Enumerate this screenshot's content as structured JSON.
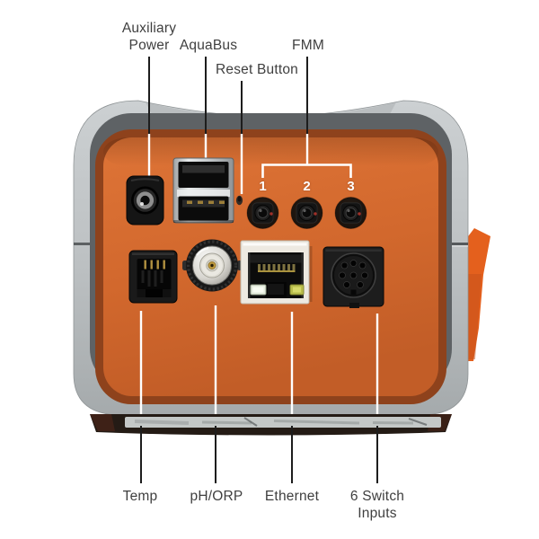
{
  "diagram": {
    "kind": "hardware-port-callout-diagram",
    "labels": {
      "auxiliary_power_line1": "Auxiliary",
      "auxiliary_power_line2": "Power",
      "aquabus": "AquaBus",
      "reset_button": "Reset Button",
      "fmm": "FMM",
      "temp": "Temp",
      "ph_orp": "pH/ORP",
      "ethernet": "Ethernet",
      "switch_inputs_line1": "6 Switch",
      "switch_inputs_line2": "Inputs"
    },
    "fmm_numbers": [
      "1",
      "2",
      "3"
    ],
    "ports": {
      "auxiliary_power": "barrel-jack",
      "aquabus": "dual-usb-a-stack",
      "reset_button": "recessed-pinhole",
      "fmm": "three-round-jacks",
      "temp": "rj11-jack",
      "ph_orp": "bnc-connector",
      "ethernet": "rj45-jack-with-leds",
      "switch_inputs": "8-pin-mini-din"
    },
    "colors": {
      "background": "#ffffff",
      "body_gray": "#bec2c4",
      "body_dark_band": "#5e6265",
      "panel_orange": "#d2682e",
      "panel_rim": "#8e421c",
      "mounting_tab_orange": "#e4601d",
      "callout_line_dark": "#1d1d1d",
      "callout_line_light": "#ffffff",
      "label_text": "#3f3f3f",
      "ethernet_bezel": "#ede9e1",
      "ethernet_led_left": "#e6edde",
      "ethernet_led_right": "#b9bd4b"
    }
  }
}
